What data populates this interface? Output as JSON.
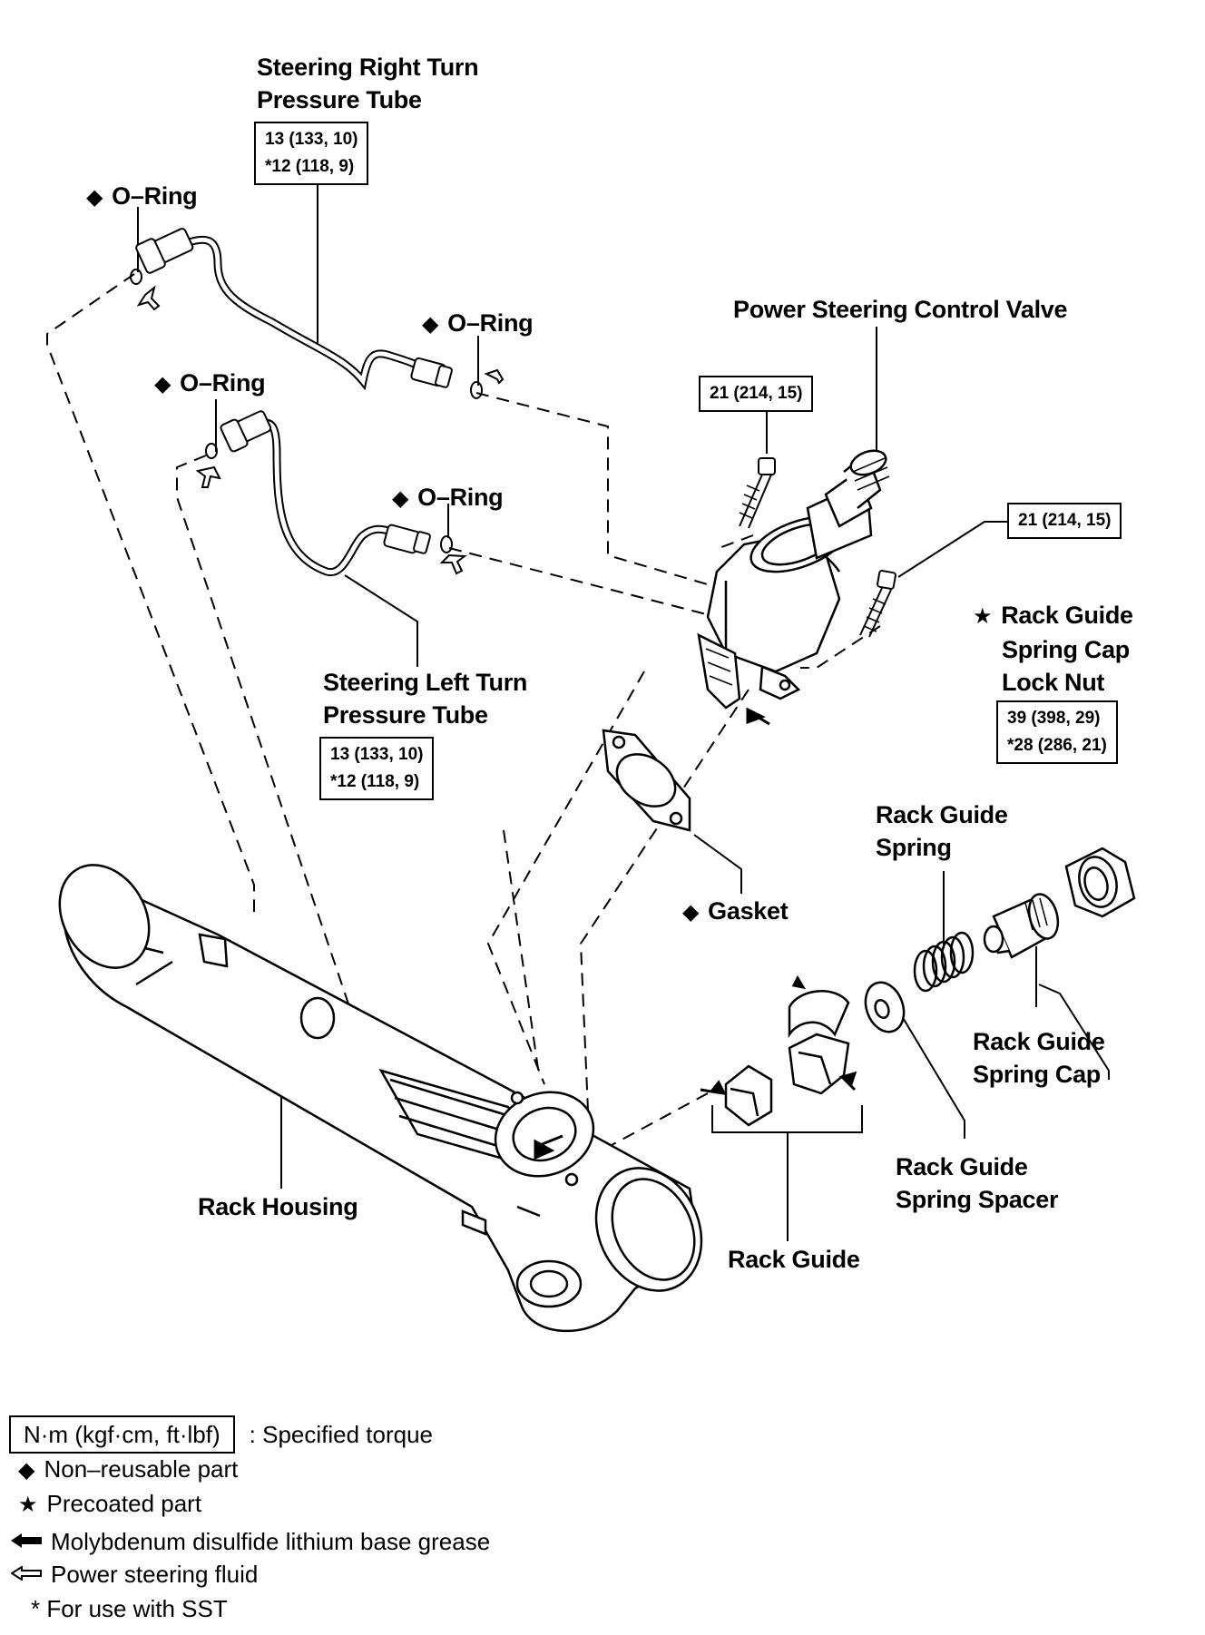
{
  "labels": {
    "right_tube": [
      "Steering Right Turn",
      "Pressure Tube"
    ],
    "right_tube_torque": [
      "13 (133, 10)",
      "*12 (118, 9)"
    ],
    "oring": "O–Ring",
    "valve": "Power Steering Control Valve",
    "valve_torque_left": "21 (214, 15)",
    "valve_torque_right": "21 (214, 15)",
    "lock_nut": [
      "Rack Guide",
      "Spring Cap",
      "Lock Nut"
    ],
    "lock_nut_torque": [
      "39 (398, 29)",
      "*28 (286, 21)"
    ],
    "left_tube": [
      "Steering Left Turn",
      "Pressure Tube"
    ],
    "left_tube_torque": [
      "13 (133, 10)",
      "*12 (118, 9)"
    ],
    "gasket": "Gasket",
    "spring": [
      "Rack Guide",
      "Spring"
    ],
    "spring_cap": [
      "Rack Guide",
      "Spring Cap"
    ],
    "spacer": [
      "Rack Guide",
      "Spring Spacer"
    ],
    "rack_housing": "Rack Housing",
    "rack_guide": "Rack Guide"
  },
  "legend": {
    "torque_unit": "N·m (kgf·cm, ft·lbf)",
    "torque_text": ": Specified torque",
    "nonreusable": "Non–reusable part",
    "precoated": "Precoated part",
    "grease": "Molybdenum disulfide lithium base grease",
    "fluid": "Power steering fluid",
    "sst": "* For use with SST"
  },
  "symbols": {
    "diamond": "◆",
    "star": "★",
    "grease_arrow": "🡄",
    "fluid_arrow": "⇦"
  }
}
